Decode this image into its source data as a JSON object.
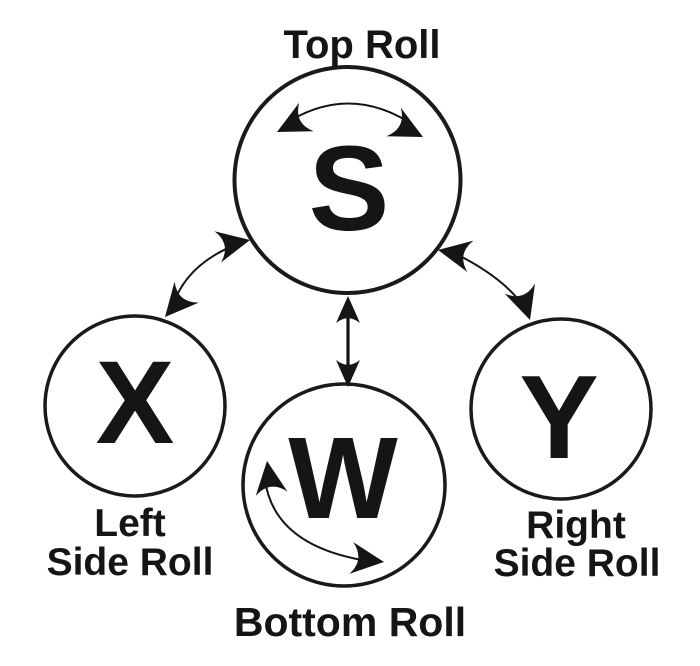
{
  "diagram": {
    "colors": {
      "ink": "#151515",
      "background": "#ffffff"
    },
    "nodes": {
      "top": {
        "letter": "S",
        "caption": "Top Roll"
      },
      "left": {
        "letter": "X",
        "caption_line1": "Left",
        "caption_line2": "Side Roll"
      },
      "bottom": {
        "letter": "W",
        "caption": "Bottom Roll"
      },
      "right": {
        "letter": "Y",
        "caption_line1": "Right",
        "caption_line2": "Side Roll"
      }
    },
    "connections": [
      {
        "name": "top-roll-rotation",
        "nodes": [
          "S"
        ],
        "style": "curved-double-arrow-inside-circle"
      },
      {
        "name": "s-to-x-link",
        "nodes": [
          "S",
          "X"
        ],
        "style": "curved-double-arrow"
      },
      {
        "name": "s-to-w-link",
        "nodes": [
          "S",
          "W"
        ],
        "style": "straight-double-arrow"
      },
      {
        "name": "s-to-y-link",
        "nodes": [
          "S",
          "Y"
        ],
        "style": "curved-double-arrow"
      },
      {
        "name": "bottom-roll-rotation",
        "nodes": [
          "W"
        ],
        "style": "curved-double-arrow-inside-circle"
      }
    ]
  }
}
